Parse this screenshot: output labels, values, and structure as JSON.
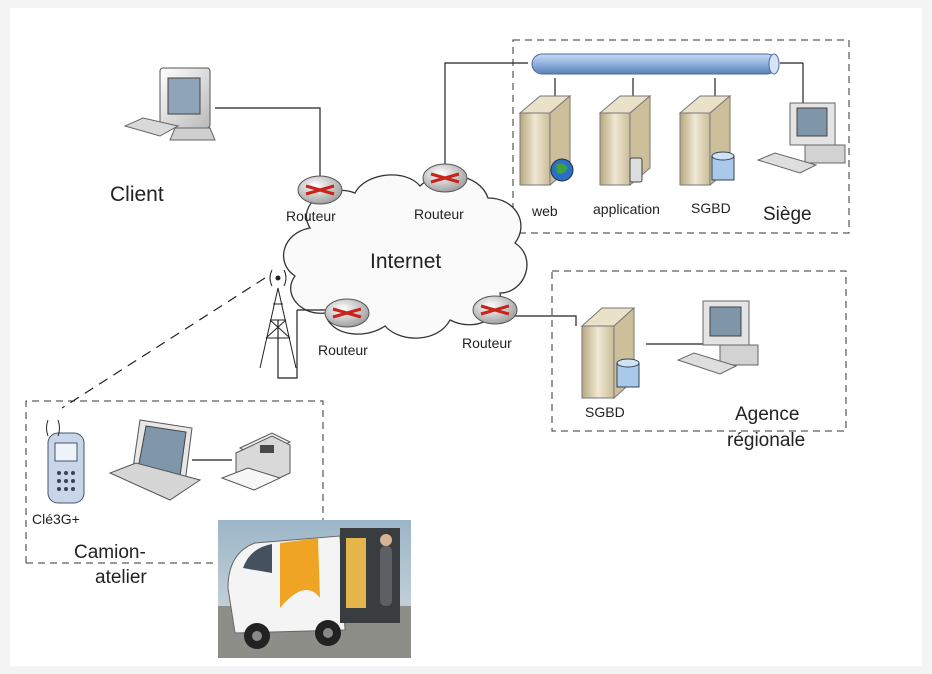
{
  "labels": {
    "client": "Client",
    "internet": "Internet",
    "router": "Routeur",
    "web": "web",
    "application": "application",
    "sgbd": "SGBD",
    "siege": "Siège",
    "agence_line1": "Agence",
    "agence_line2": "régionale",
    "cle3g": "Clé3G+",
    "camion_line1": "Camion-",
    "camion_line2": "atelier"
  }
}
